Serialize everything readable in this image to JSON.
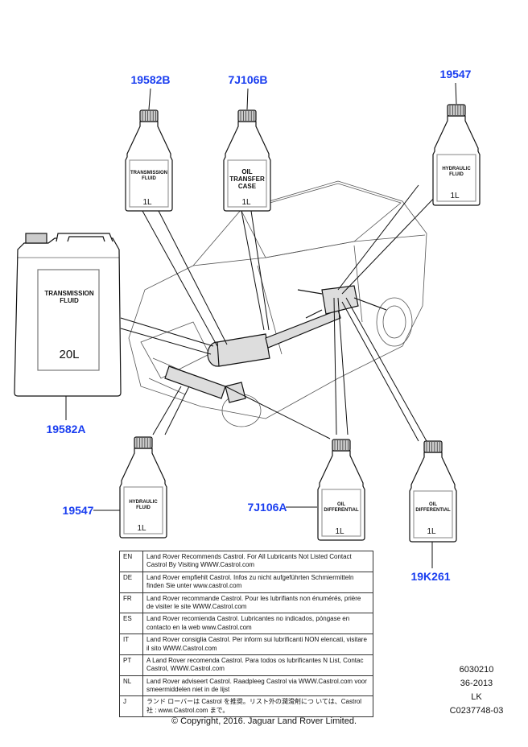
{
  "parts": {
    "p19582B": "19582B",
    "p7J106B": "7J106B",
    "p19547_top": "19547",
    "p19582A": "19582A",
    "p19547_bottom": "19547",
    "p7J106A": "7J106A",
    "p19K261": "19K261"
  },
  "bottles": {
    "b19582B": {
      "line1": "TRANSMISSION",
      "line2": "FLUID",
      "volume": "1L"
    },
    "b7J106B": {
      "line1": "OIL",
      "line2": "TRANSFER",
      "line3": "CASE",
      "volume": "1L"
    },
    "b19547_top": {
      "line1": "HYDRAULIC",
      "line2": "FLUID",
      "volume": "1L"
    },
    "b19582A": {
      "line1": "TRANSMISSION",
      "line2": "FLUID",
      "volume": "20L"
    },
    "b19547_bottom": {
      "line1": "HYDRAULIC",
      "line2": "FLUID",
      "volume": "1L"
    },
    "b7J106A": {
      "line1": "OIL",
      "line2": "DIFFERENTIAL",
      "volume": "1L"
    },
    "b19K261": {
      "line1": "OIL",
      "line2": "DIFFERENTIAL",
      "volume": "1L"
    }
  },
  "notes": [
    {
      "lang": "EN",
      "text": "Land Rover Recommends Castrol.  For All Lubricants Not Listed Contact Castrol By Visiting WWW.Castrol.com"
    },
    {
      "lang": "DE",
      "text": "Land Rover empfiehlt Castrol.  Infos zu nicht aufgeführten Schmiermitteln finden Sie unter www.castrol.com"
    },
    {
      "lang": "FR",
      "text": "Land Rover recommande Castrol. Pour les lubrifiants non énumérés, prière de visiter le site WWW.Castrol.com"
    },
    {
      "lang": "ES",
      "text": "Land Rover recomienda Castrol.  Lubricantes no indicados, póngase en contacto en la web www.Castrol.com"
    },
    {
      "lang": "IT",
      "text": "Land Rover consiglia Castrol.  Per inform sui lubrificanti NON elencati, visitare il sito WWW.Castrol.com"
    },
    {
      "lang": "PT",
      "text": "A Land Rover recomenda Castrol.  Para todos os lubrificantes N List, Contac Castrol, WWW.Castrol.com"
    },
    {
      "lang": "NL",
      "text": "Land Rover adviseert Castrol.  Raadpleeg Castrol via WWW.Castrol.com voor smeermiddelen niet in de lijst"
    },
    {
      "lang": "J",
      "text": "ランド ローバーは Castrol を推奨。リスト外の潤滑剤につ いては、Castrol 社 : www.Castrol.com まで。"
    }
  ],
  "reference": {
    "code": "6030210",
    "date": "36-2013",
    "initials": "LK",
    "id": "C0237748-03"
  },
  "copyright": "© Copyright, 2016. Jaguar Land Rover Limited."
}
